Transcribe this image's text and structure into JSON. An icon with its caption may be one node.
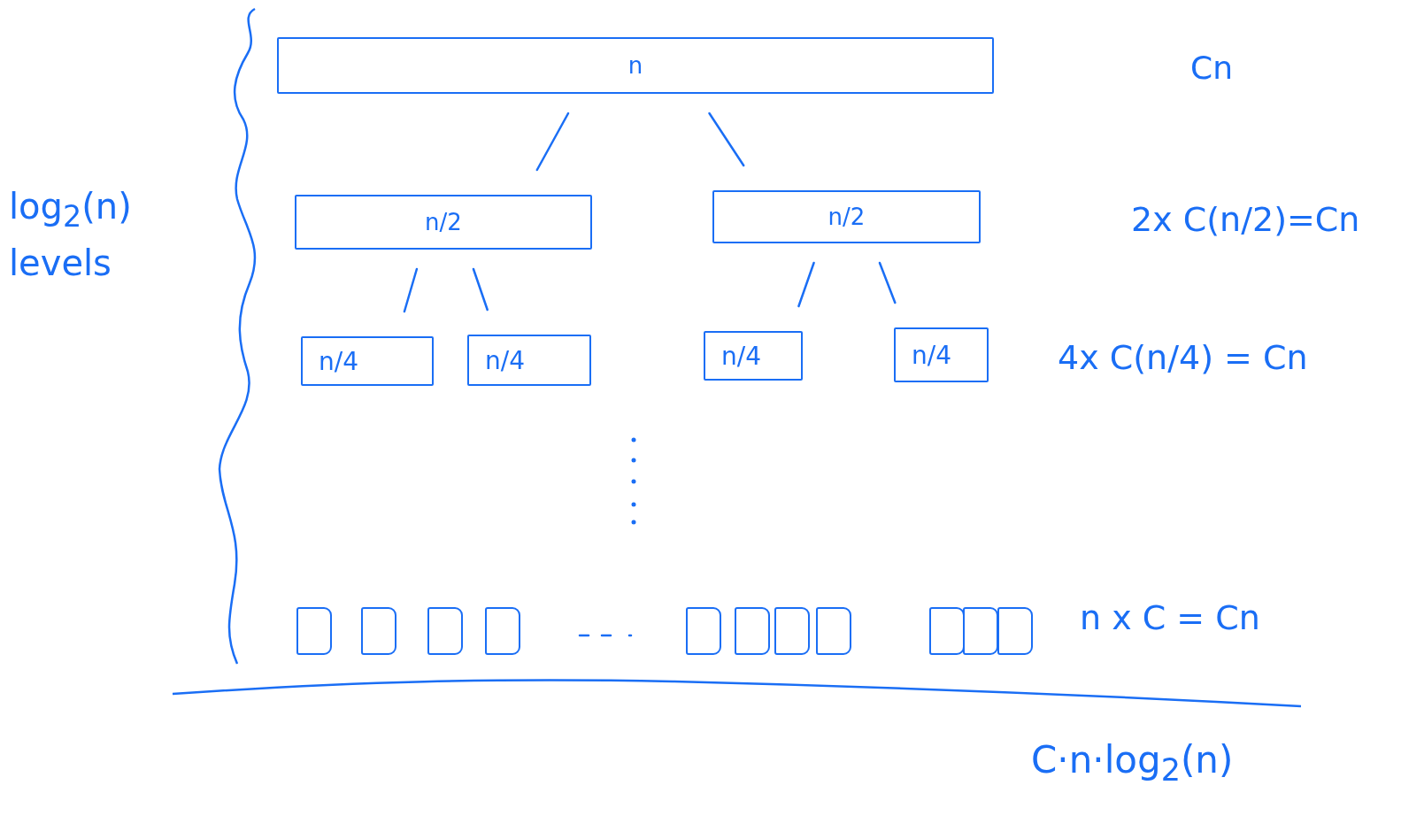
{
  "diagram": {
    "nodes": [
      {
        "text": [
          "n"
        ]
      },
      {
        "text": [
          "n/2"
        ]
      },
      {
        "text": [
          "n/2"
        ]
      },
      {
        "text": [
          "n/4"
        ]
      },
      {
        "text": [
          "n/4"
        ]
      },
      {
        "text": [
          "n/4"
        ]
      },
      {
        "text": [
          "n/4"
        ]
      },
      {
        "text": [],
        "shape": "box"
      },
      {
        "text": [],
        "shape": "box"
      },
      {
        "text": [],
        "shape": "box"
      },
      {
        "text": [],
        "shape": "box"
      },
      {
        "text": [],
        "shape": "box"
      },
      {
        "text": [],
        "shape": "box"
      },
      {
        "text": [],
        "shape": "box"
      },
      {
        "text": [],
        "shape": "box"
      },
      {
        "text": [],
        "shape": "box"
      },
      {
        "text": [],
        "shape": "box"
      },
      {
        "text": [],
        "shape": "box"
      }
    ],
    "edges": [
      {
        "from": 0,
        "to": 1,
        "arrow": "none"
      },
      {
        "from": 0,
        "to": 2,
        "arrow": "none"
      },
      {
        "from": 1,
        "to": 3,
        "arrow": "none"
      },
      {
        "from": 1,
        "to": 4,
        "arrow": "none"
      },
      {
        "from": 2,
        "to": 5,
        "arrow": "none"
      },
      {
        "from": 2,
        "to": 6,
        "arrow": "none"
      }
    ],
    "labels": [
      "Cn",
      "log$_{2}$(n) levels",
      "2x C(n/2)=Cn",
      "4x C(n/4) = Cn",
      "n x C = Cn",
      "C·n·log$_{2}$(n)"
    ]
  }
}
